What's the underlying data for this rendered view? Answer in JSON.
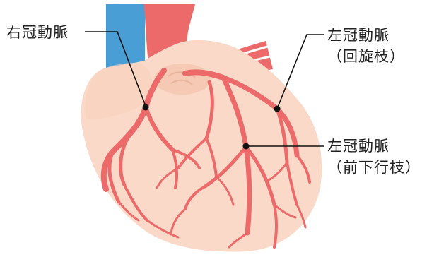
{
  "labels": {
    "right_coronary": "右冠動脈",
    "left_circumflex_name": "左冠動脈",
    "left_circumflex_branch": "（回旋枝）",
    "left_anterior_name": "左冠動脈",
    "left_anterior_branch": "（前下行枝）"
  },
  "colors": {
    "heart": "#fad9c8",
    "heart_shadow": "#f5c9b3",
    "artery": "#ec6b6a",
    "aorta": "#ec6b6a",
    "vein": "#4a9ed6",
    "leader_line": "#111111"
  }
}
